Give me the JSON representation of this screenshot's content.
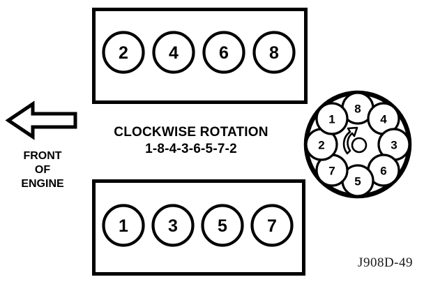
{
  "diagram": {
    "title": "CLOCKWISE ROTATION",
    "firing_order": "1-8-4-3-6-5-7-2",
    "reference_code": "J908D-49",
    "front_label_line1": "FRONT",
    "front_label_line2": "OF",
    "front_label_line3": "ENGINE",
    "colors": {
      "ink": "#000000",
      "paper": "#ffffff",
      "code_ink": "#1a1a1a"
    }
  },
  "banks": {
    "top": {
      "name": "top-cylinder-bank",
      "cylinders": [
        "2",
        "4",
        "6",
        "8"
      ]
    },
    "bottom": {
      "name": "bottom-cylinder-bank",
      "cylinders": [
        "1",
        "3",
        "5",
        "7"
      ]
    }
  },
  "distributor": {
    "name": "distributor-cap",
    "rotation": "clockwise",
    "terminals": [
      {
        "label": "8",
        "position": "top"
      },
      {
        "label": "4",
        "position": "upper-right"
      },
      {
        "label": "3",
        "position": "right"
      },
      {
        "label": "6",
        "position": "lower-right"
      },
      {
        "label": "5",
        "position": "bottom"
      },
      {
        "label": "7",
        "position": "lower-left"
      },
      {
        "label": "2",
        "position": "left"
      },
      {
        "label": "1",
        "position": "upper-left"
      }
    ]
  }
}
